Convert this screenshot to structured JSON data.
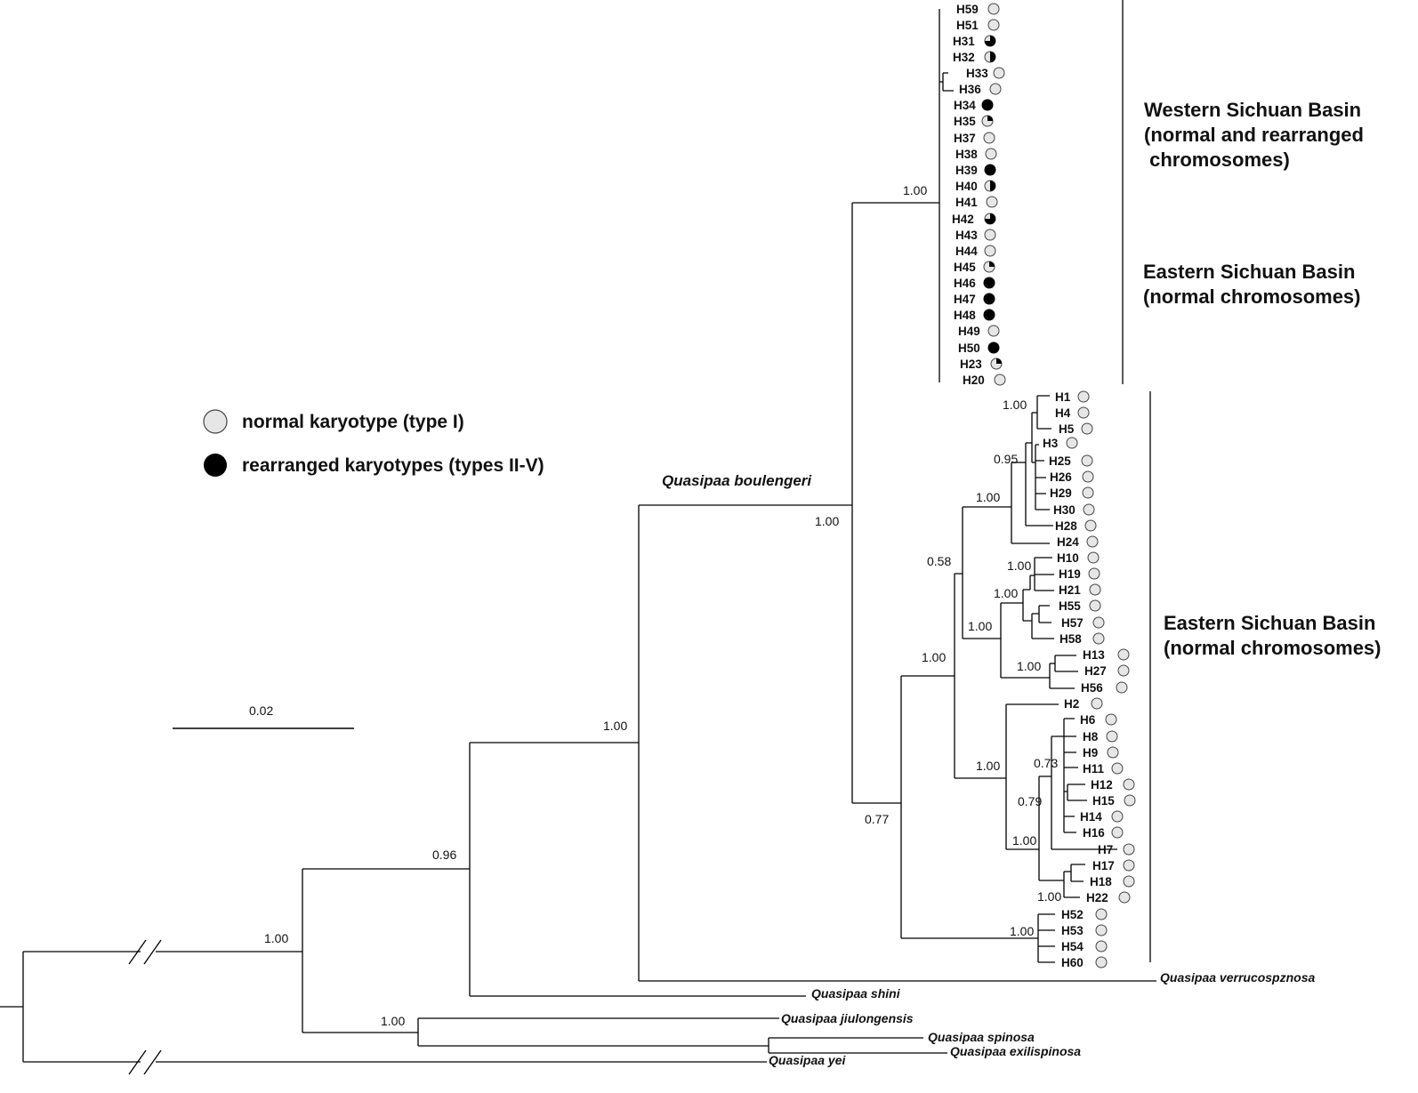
{
  "legend": {
    "normal": "normal karyotype (type I)",
    "rearranged": "rearranged karyotypes (types II-V)",
    "normal_color": "#e6e6e6",
    "rearranged_color": "#000000"
  },
  "scale_bar": {
    "label": "0.02"
  },
  "clade_label": "Quasipaa boulengeri",
  "regions": [
    {
      "lines": [
        "Western Sichuan Basin",
        "(normal and rearranged",
        " chromosomes)"
      ]
    },
    {
      "lines": [
        "Eastern Sichuan Basin",
        "(normal chromosomes)"
      ]
    },
    {
      "lines": [
        "Eastern Sichuan Basin",
        "(normal chromosomes)"
      ]
    }
  ],
  "tips": [
    {
      "label": "H59",
      "karyotype": 0
    },
    {
      "label": "H51",
      "karyotype": 0
    },
    {
      "label": "H31",
      "karyotype": 0.75
    },
    {
      "label": "H32",
      "karyotype": 0.5
    },
    {
      "label": "H33",
      "karyotype": 0
    },
    {
      "label": "H36",
      "karyotype": 0
    },
    {
      "label": "H34",
      "karyotype": 1
    },
    {
      "label": "H35",
      "karyotype": 0.25
    },
    {
      "label": "H37",
      "karyotype": 0
    },
    {
      "label": "H38",
      "karyotype": 0
    },
    {
      "label": "H39",
      "karyotype": 1
    },
    {
      "label": "H40",
      "karyotype": 0.5
    },
    {
      "label": "H41",
      "karyotype": 0
    },
    {
      "label": "H42",
      "karyotype": 0.75
    },
    {
      "label": "H43",
      "karyotype": 0
    },
    {
      "label": "H44",
      "karyotype": 0
    },
    {
      "label": "H45",
      "karyotype": 0.25
    },
    {
      "label": "H46",
      "karyotype": 1
    },
    {
      "label": "H47",
      "karyotype": 1
    },
    {
      "label": "H48",
      "karyotype": 1
    },
    {
      "label": "H49",
      "karyotype": 0
    },
    {
      "label": "H50",
      "karyotype": 1
    },
    {
      "label": "H23",
      "karyotype": 0.25
    },
    {
      "label": "H20",
      "karyotype": 0
    },
    {
      "label": "H1",
      "karyotype": 0
    },
    {
      "label": "H4",
      "karyotype": 0
    },
    {
      "label": "H5",
      "karyotype": 0
    },
    {
      "label": "H3",
      "karyotype": 0
    },
    {
      "label": "H25",
      "karyotype": 0
    },
    {
      "label": "H26",
      "karyotype": 0
    },
    {
      "label": "H29",
      "karyotype": 0
    },
    {
      "label": "H30",
      "karyotype": 0
    },
    {
      "label": "H28",
      "karyotype": 0
    },
    {
      "label": "H24",
      "karyotype": 0
    },
    {
      "label": "H10",
      "karyotype": 0
    },
    {
      "label": "H19",
      "karyotype": 0
    },
    {
      "label": "H21",
      "karyotype": 0
    },
    {
      "label": "H55",
      "karyotype": 0
    },
    {
      "label": "H57",
      "karyotype": 0
    },
    {
      "label": "H58",
      "karyotype": 0
    },
    {
      "label": "H13",
      "karyotype": 0
    },
    {
      "label": "H27",
      "karyotype": 0
    },
    {
      "label": "H56",
      "karyotype": 0
    },
    {
      "label": "H2",
      "karyotype": 0
    },
    {
      "label": "H6",
      "karyotype": 0
    },
    {
      "label": "H8",
      "karyotype": 0
    },
    {
      "label": "H9",
      "karyotype": 0
    },
    {
      "label": "H11",
      "karyotype": 0
    },
    {
      "label": "H12",
      "karyotype": 0
    },
    {
      "label": "H15",
      "karyotype": 0
    },
    {
      "label": "H14",
      "karyotype": 0
    },
    {
      "label": "H16",
      "karyotype": 0
    },
    {
      "label": "H7",
      "karyotype": 0
    },
    {
      "label": "H17",
      "karyotype": 0
    },
    {
      "label": "H18",
      "karyotype": 0
    },
    {
      "label": "H22",
      "karyotype": 0
    },
    {
      "label": "H52",
      "karyotype": 0
    },
    {
      "label": "H53",
      "karyotype": 0
    },
    {
      "label": "H54",
      "karyotype": 0
    },
    {
      "label": "H60",
      "karyotype": 0
    }
  ],
  "outgroups": [
    "Quasipaa verrucospznosa",
    "Quasipaa shini",
    "Quasipaa jiulongensis",
    "Quasipaa spinosa",
    "Quasipaa exilispinosa",
    "Quasipaa yei"
  ],
  "support_values": [
    "1.00",
    "1.00",
    "0.95",
    "1.00",
    "0.58",
    "1.00",
    "1.00",
    "1.00",
    "1.00",
    "1.00",
    "0.73",
    "0.79",
    "1.00",
    "1.00",
    "1.00",
    "0.77",
    "1.00",
    "1.00",
    "0.96",
    "1.00",
    "1.00",
    "1.00"
  ]
}
